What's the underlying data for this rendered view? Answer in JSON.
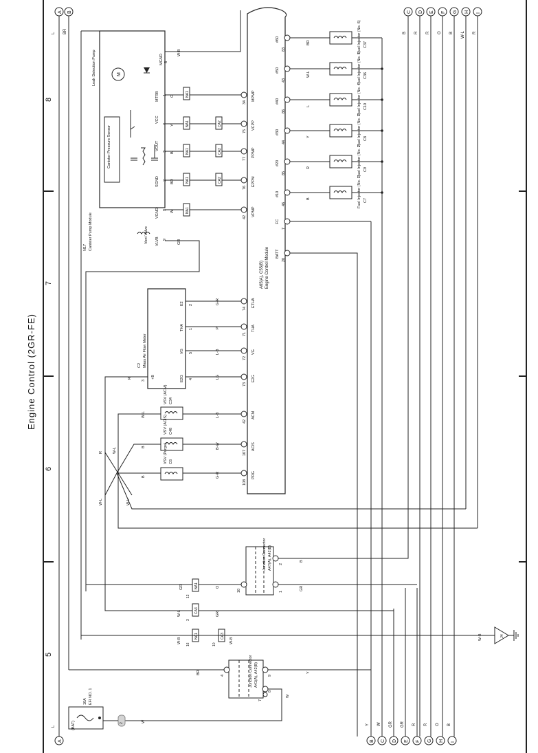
{
  "title": "Engine Control (2GR-FE)",
  "top_terminals": [
    "A",
    "B",
    "C",
    "D",
    "E",
    "F",
    "G",
    "H",
    "I"
  ],
  "bottom_terminals": [
    "A",
    "B",
    "C",
    "D",
    "E",
    "F",
    "G",
    "H",
    "I"
  ],
  "section_numbers": [
    "5",
    "6",
    "7",
    "8"
  ],
  "left_edge_wire": {
    "a": "L",
    "b": "BR"
  },
  "top_wire_colors": [
    "B",
    "R",
    "R",
    "O",
    "B",
    "W-L",
    "R"
  ],
  "bottom_wire_colors": [
    "Y",
    "W",
    "GR",
    "GR",
    "R",
    "R",
    "O",
    "B"
  ],
  "fuse": {
    "name": "EFI NO. 1",
    "rating": "10A",
    "source": "(BAT)",
    "connector": "2",
    "wire": "W"
  },
  "ground": {
    "id": "J4",
    "wire": "W-B"
  },
  "junction_a41": {
    "title": "Junction Connector",
    "id": "A41(A), A42(B)",
    "pins": [
      "4",
      "9",
      "8",
      "7"
    ],
    "wires": [
      "BR",
      "Y",
      "W"
    ]
  },
  "junction_a47": {
    "title": "Junction Connector",
    "id": "A47(A), A42(B)",
    "pins": [
      "10",
      "1",
      "2"
    ],
    "wires": [
      "GR",
      "O",
      "B",
      "GR"
    ]
  },
  "relay_labels": [
    {
      "conn": "NA1",
      "pin": "16",
      "wire": "W-B"
    },
    {
      "conn": "CA3",
      "pin": "10",
      "wire": "W-B"
    },
    {
      "conn": "CA3",
      "pin": "3",
      "wire": "W-L"
    },
    {
      "conn": "CA3",
      "pin": "10",
      "wire": "GR"
    },
    {
      "conn": "NA1",
      "pin": "12",
      "wire": "GR"
    }
  ],
  "ecm": {
    "id": "A65(A), C55(B)",
    "name": "Engine Control Module",
    "pins": [
      {
        "label": "#60",
        "num": "83"
      },
      {
        "label": "#50",
        "num": "43"
      },
      {
        "label": "#40",
        "num": "86"
      },
      {
        "label": "#30",
        "num": "44"
      },
      {
        "label": "#20",
        "num": "85"
      },
      {
        "label": "#10",
        "num": "46"
      },
      {
        "label": "FC",
        "num": "7"
      },
      {
        "label": "BATT",
        "num": "20"
      },
      {
        "label": "MPMP",
        "num": "34"
      },
      {
        "label": "VCPP",
        "num": "75"
      },
      {
        "label": "PPMP",
        "num": "77"
      },
      {
        "label": "EPPM",
        "num": "76"
      },
      {
        "label": "VPMP",
        "num": "42"
      },
      {
        "label": "ETHA",
        "num": "74"
      },
      {
        "label": "THA",
        "num": "71"
      },
      {
        "label": "VG",
        "num": "72"
      },
      {
        "label": "E2G",
        "num": "73"
      },
      {
        "label": "ACM",
        "num": "42"
      },
      {
        "label": "ACIS",
        "num": "107"
      },
      {
        "label": "PRG",
        "num": "108"
      }
    ]
  },
  "injectors": [
    {
      "id": "C37",
      "name": "Fuel Injector (No. 6)",
      "wire": "BR"
    },
    {
      "id": "C36",
      "name": "Fuel Injector (No. 5)",
      "wire": "W-L"
    },
    {
      "id": "C10",
      "name": "Fuel Injector (No. 4)",
      "wire": "L"
    },
    {
      "id": "C8",
      "name": "Fuel Injector (No. 3)",
      "wire": "Y"
    },
    {
      "id": "C9",
      "name": "Fuel Injector (No. 2)",
      "wire": "R"
    },
    {
      "id": "C7",
      "name": "Fuel Injector (No. 1)",
      "wire": "B"
    }
  ],
  "canister_module": {
    "id": "N17",
    "name": "Canister Pump Module",
    "pump": "Leak Detection Pump",
    "sensor": "Canister Pressure Sensor",
    "valve": "Vent Valve",
    "pins": [
      {
        "label": "MGND",
        "num": "6"
      },
      {
        "label": "MTRB",
        "num": "1"
      },
      {
        "label": "VCC",
        "num": "4"
      },
      {
        "label": "VOUT",
        "num": "3"
      },
      {
        "label": "SGND",
        "num": "2"
      },
      {
        "label": "VGND",
        "num": "8"
      },
      {
        "label": "VLVB",
        "num": "9"
      }
    ],
    "wires": [
      "W-B",
      "O",
      "Y",
      "B",
      "BR",
      "W",
      "GR"
    ]
  },
  "maf": {
    "id": "C2",
    "name": "Mass Air Flow Meter",
    "pins": [
      {
        "label": "E2",
        "num": "2"
      },
      {
        "label": "THA",
        "num": "1"
      },
      {
        "label": "VG",
        "num": "5"
      },
      {
        "label": "E2G",
        "num": "4"
      },
      {
        "label": "+B",
        "num": "3"
      }
    ],
    "wires": [
      "G-R",
      "P",
      "L-B",
      "LG",
      "R"
    ]
  },
  "vsvs": [
    {
      "id": "C34",
      "name": "VSV (ACM)",
      "wire": "L-B",
      "feed": "W-L"
    },
    {
      "id": "C48",
      "name": "VSV (ACIS)",
      "wire": "B-W",
      "feed": "B"
    },
    {
      "id": "C6",
      "name": "VSV (Purge)",
      "wire": "G-R",
      "feed": "B"
    }
  ],
  "mid_wire_labels": [
    "R",
    "W-L",
    "W-L",
    "W-L",
    "R",
    "G",
    "R",
    "L",
    "BR",
    "O",
    "W"
  ]
}
